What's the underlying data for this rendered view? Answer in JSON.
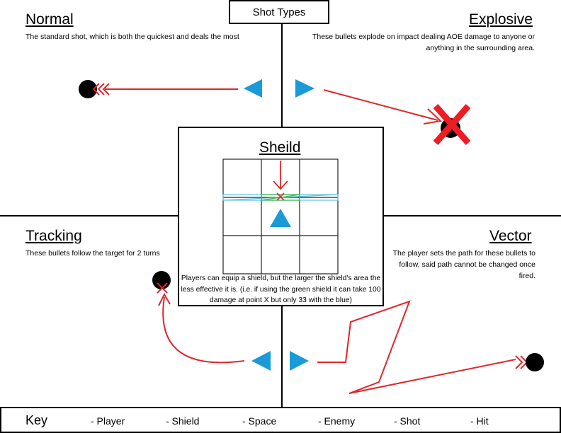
{
  "title": "Shot Types",
  "sections": {
    "normal": {
      "heading": "Normal",
      "desc": "The standard shot, which is both the quickest and deals the most"
    },
    "explosive": {
      "heading": "Explosive",
      "desc": "These bullets explode on impact dealing AOE damage to anyone or anything in the surrounding area."
    },
    "shield": {
      "heading": "Sheild",
      "desc": "Players can equip a shield, but the larger the shield's area the less effective it is. (i.e. if using the green shield it can take 100 damage at point X but only 33 with the blue)"
    },
    "tracking": {
      "heading": "Tracking",
      "desc": "These bullets follow the target for 2 turns"
    },
    "vector": {
      "heading": "Vector",
      "desc": "The player sets the path for these bullets to follow, said path cannot be changed once fired."
    }
  },
  "key": {
    "label": "Key",
    "items": [
      {
        "symbol": "player",
        "text": "- Player"
      },
      {
        "symbol": "shield",
        "text": "- Shield"
      },
      {
        "symbol": "space",
        "text": "- Space"
      },
      {
        "symbol": "enemy",
        "text": "- Enemy"
      },
      {
        "symbol": "shot",
        "text": "- Shot"
      },
      {
        "symbol": "hit",
        "text": "- Hit"
      }
    ]
  },
  "colors": {
    "player": "#1a9ad6",
    "shot": "#e0262b",
    "hit_big": "#ef1c24",
    "shield_green": "#3ab54a",
    "shield_blue": "#5ec4e8",
    "enemy": "#000000"
  }
}
